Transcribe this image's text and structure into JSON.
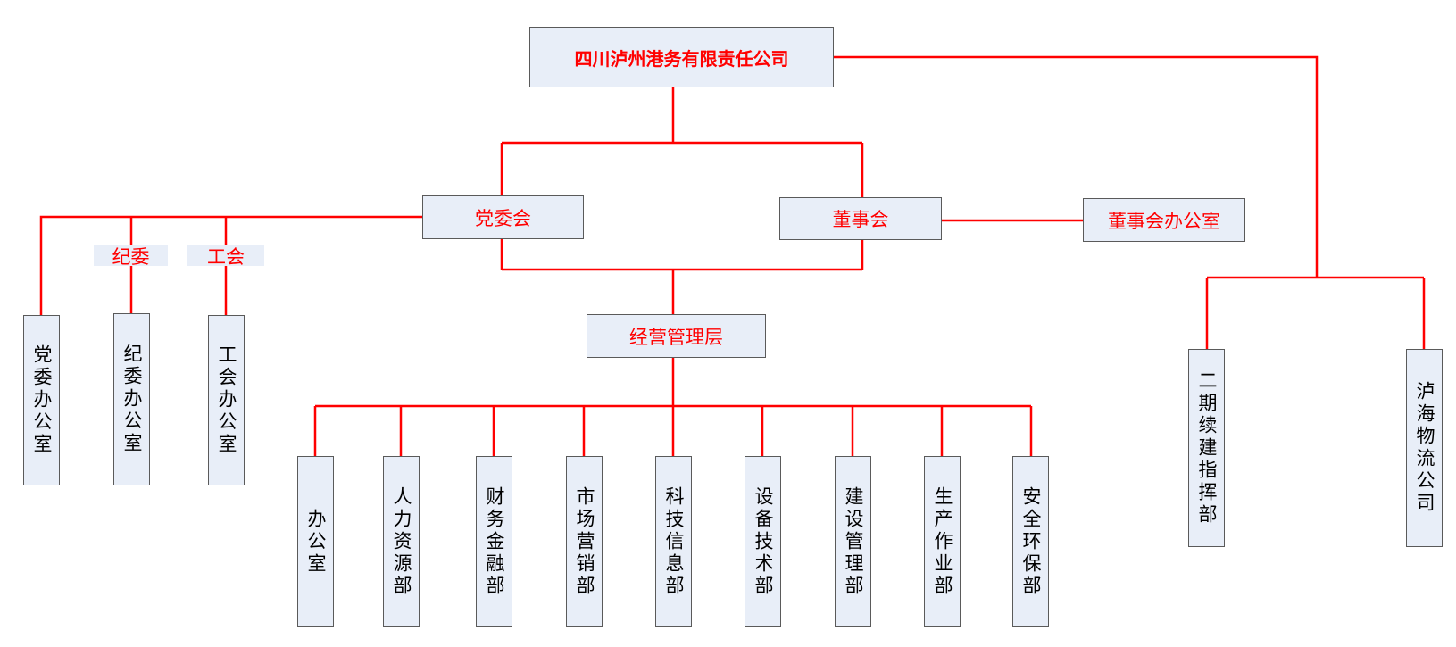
{
  "colors": {
    "line": "#ff0000",
    "box_fill": "#e8eef8",
    "box_border": "#5a5a5a",
    "top_text": "#ff0000",
    "dept_text": "#000000"
  },
  "root": "四川泸州港务有限责任公司",
  "party_committee": "党委会",
  "board": "董事会",
  "board_office": "董事会办公室",
  "discipline_label": "纪委",
  "union_label": "工会",
  "management": "经营管理层",
  "left_offices": [
    "党委办公室",
    "纪委办公室",
    "工会办公室"
  ],
  "departments": [
    "办公室",
    "人力资源部",
    "财务金融部",
    "市场营销部",
    "科技信息部",
    "设备技术部",
    "建设管理部",
    "生产作业部",
    "安全环保部"
  ],
  "subsidiaries": [
    "二期续建指挥部",
    "泸海物流公司"
  ]
}
